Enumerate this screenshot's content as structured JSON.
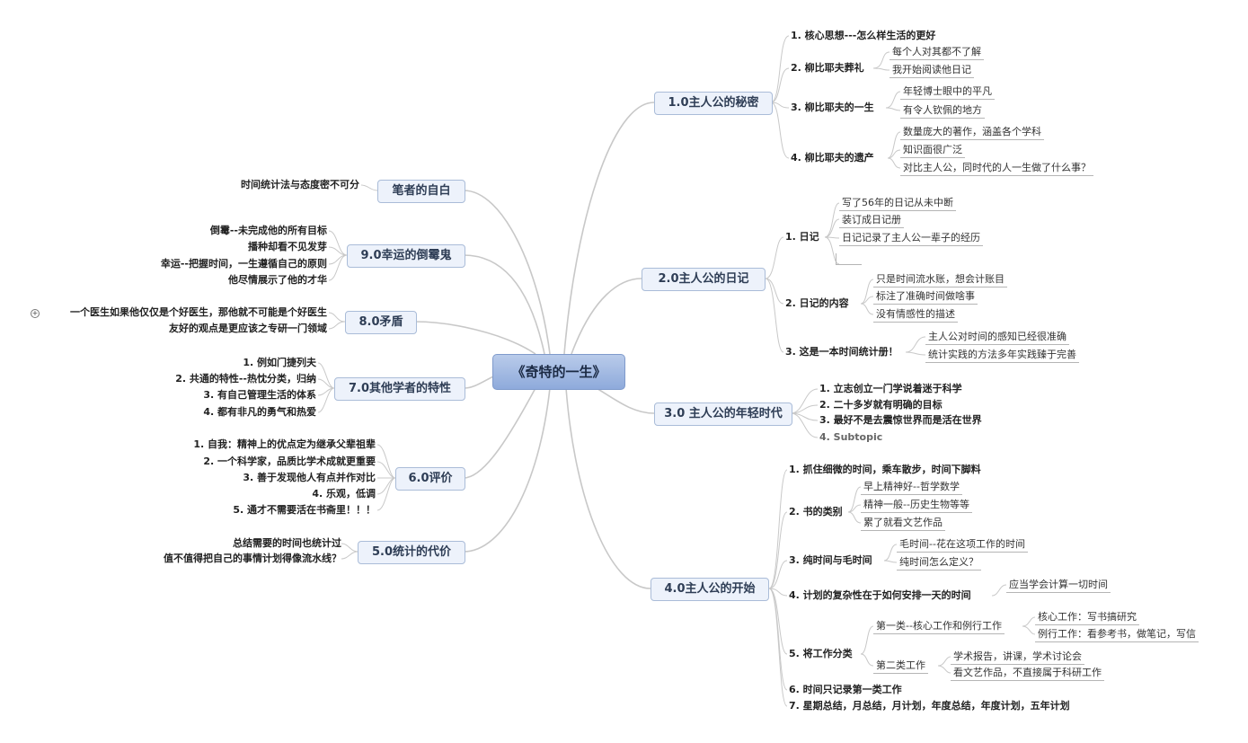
{
  "central": "《奇特的一生》",
  "right": {
    "b1": {
      "title": "1.0主人公的秘密",
      "i1": "1. 核心思想---怎么样生活的更好",
      "i2": "2. 柳比耶夫葬礼",
      "i2a": "每个人对其都不了解",
      "i2b": "我开始阅读他日记",
      "i3": "3. 柳比耶夫的一生",
      "i3a": "年轻博士眼中的平凡",
      "i3b": "有令人钦佩的地方",
      "i4": "4. 柳比耶夫的遗产",
      "i4a": "数量庞大的著作，涵盖各个学科",
      "i4b": "知识面很广泛",
      "i4c": "对比主人公，同时代的人一生做了什么事？"
    },
    "b2": {
      "title": "2.0主人公的日记",
      "i1": "1. 日记",
      "i1a": "写了56年的日记从未中断",
      "i1b": "装订成日记册",
      "i1c": "日记记录了主人公一辈子的经历",
      "i2": "2. 日记的内容",
      "i2a": "只是时间流水账，想会计账目",
      "i2b": "标注了准确时间做啥事",
      "i2c": "没有情感性的描述",
      "i3": "3. 这是一本时间统计册！",
      "i3a": "主人公对时间的感知已经很准确",
      "i3b": "统计实践的方法多年实践臻于完善"
    },
    "b3": {
      "title": "3.0 主人公的年轻时代",
      "i1": "1. 立志创立一门学说着迷于科学",
      "i2": "2. 二十多岁就有明确的目标",
      "i3": "3. 最好不是去震惊世界而是活在世界",
      "i4": "4. Subtopic"
    },
    "b4": {
      "title": "4.0主人公的开始",
      "i1": "1. 抓住细微的时间，乘车散步，时间下脚料",
      "i2": "2. 书的类别",
      "i2a": "早上精神好--哲学数学",
      "i2b": "精神一般--历史生物等等",
      "i2c": "累了就看文艺作品",
      "i3": "3. 纯时间与毛时间",
      "i3a": "毛时间--花在这项工作的时间",
      "i3b": "纯时间怎么定义？",
      "i4": "4. 计划的复杂性在于如何安排一天的时间",
      "i4a": "应当学会计算一切时间",
      "i5": "5. 将工作分类",
      "i5a": "第一类--核心工作和例行工作",
      "i5a1": "核心工作：写书搞研究",
      "i5a2": "例行工作：看参考书，做笔记，写信",
      "i5b": "第二类工作",
      "i5b1": "学术报告，讲课，学术讨论会",
      "i5b2": "看文艺作品，不直接属于科研工作",
      "i6": "6. 时间只记录第一类工作",
      "i7": "7. 星期总结，月总结，月计划，年度总结，年度计划，五年计划"
    }
  },
  "left": {
    "b10": {
      "title": "笔者的自白",
      "i1": "时间统计法与态度密不可分"
    },
    "b9": {
      "title": "9.0幸运的倒霉鬼",
      "i1": "倒霉--未完成他的所有目标",
      "i2": "播种却看不见发芽",
      "i3": "幸运--把握时间，一生遵循自己的原则",
      "i4": "他尽情展示了他的才华"
    },
    "b8": {
      "title": "8.0矛盾",
      "i1": "一个医生如果他仅仅是个好医生，那他就不可能是个好医生",
      "i2": "友好的观点是更应该之专研一门领域",
      "collapsed_marker": "+"
    },
    "b7": {
      "title": "7.0其他学者的特性",
      "i1": "1. 例如门捷列夫",
      "i2": "2. 共通的特性--热忱分类，归纳",
      "i3": "3. 有自己管理生活的体系",
      "i4": "4. 都有非凡的勇气和热爱"
    },
    "b6": {
      "title": "6.0评价",
      "i1": "1. 自我：精神上的优点定为继承父辈祖辈",
      "i2": "2. 一个科学家，品质比学术成就更重要",
      "i3": "3. 善于发现他人有点并作对比",
      "i4": "4. 乐观，低调",
      "i5": "5. 通才不需要活在书斋里！！！"
    },
    "b5": {
      "title": "5.0统计的代价",
      "i1": "总结需要的时间也统计过",
      "i2": "值不值得把自己的事情计划得像流水线？"
    }
  }
}
